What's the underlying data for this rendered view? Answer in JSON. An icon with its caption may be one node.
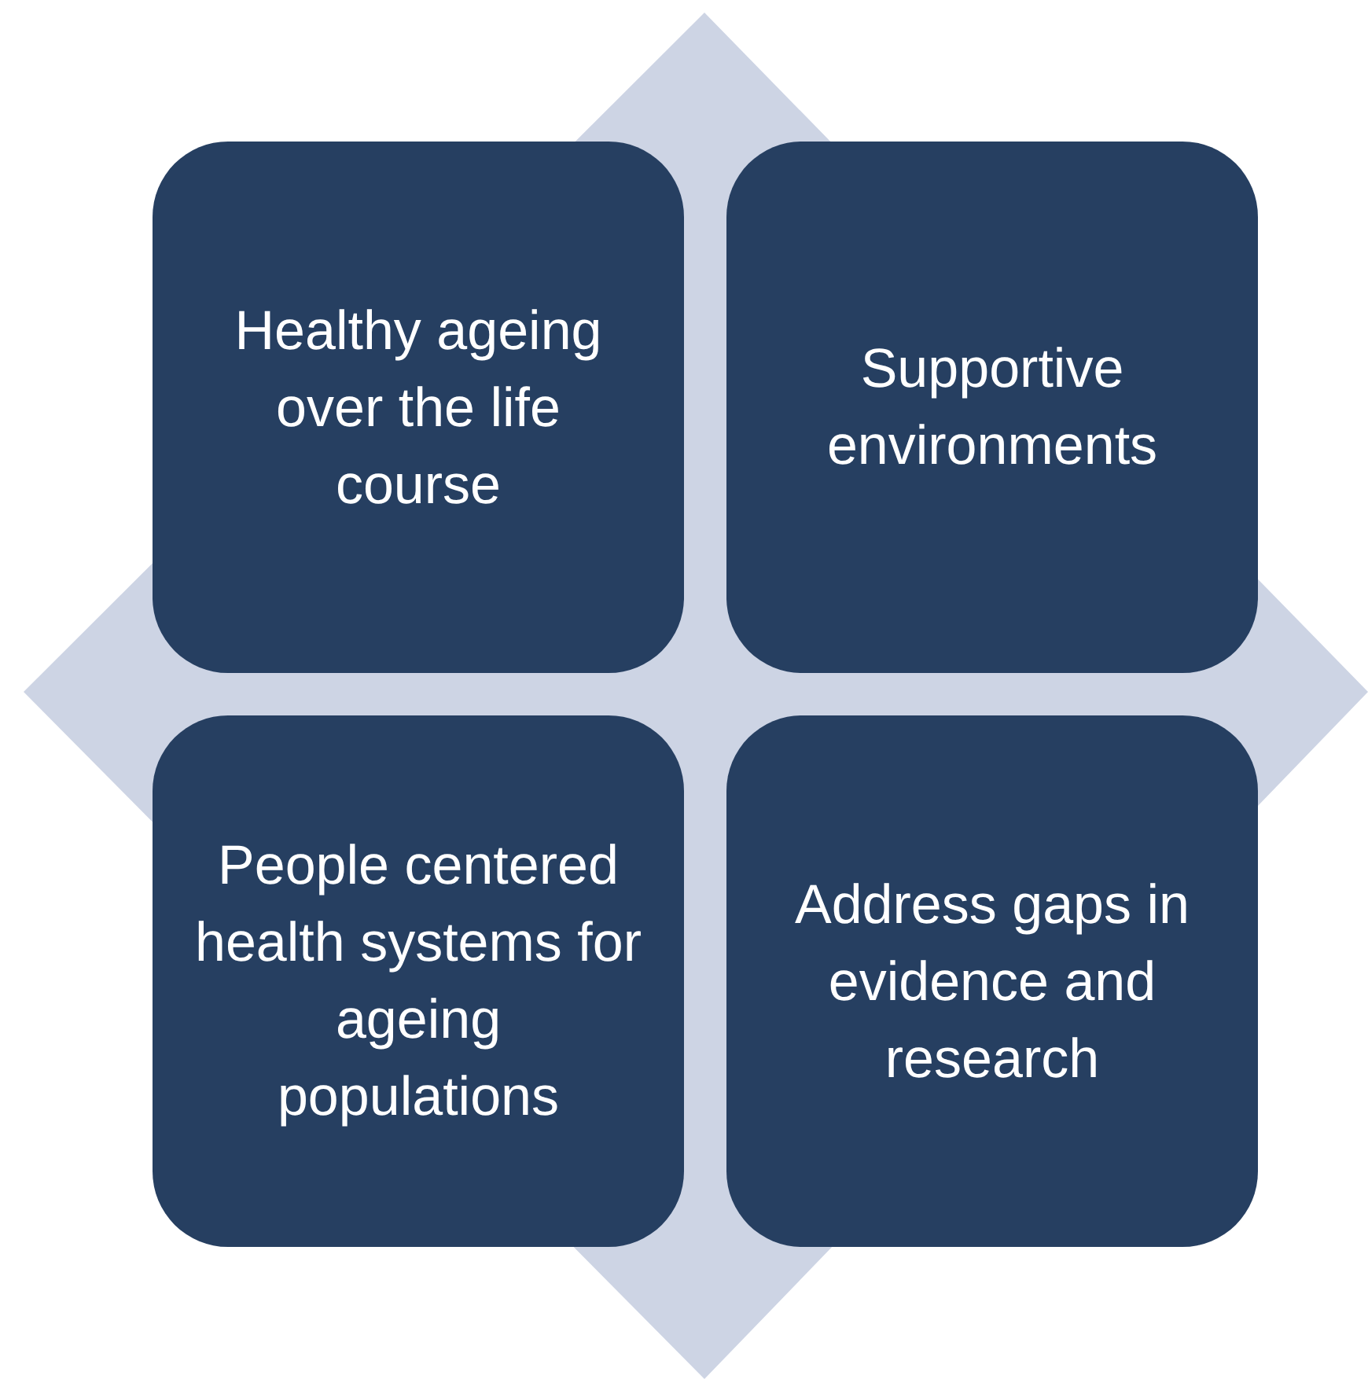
{
  "diagram": {
    "nodes": [
      {
        "text": [
          "Healthy ageing over the life course"
        ]
      },
      {
        "text": [
          "Supportive environments"
        ]
      },
      {
        "text": [
          "People centered health systems for ageing populations"
        ]
      },
      {
        "text": [
          "Address gaps in evidence and research"
        ]
      }
    ]
  }
}
